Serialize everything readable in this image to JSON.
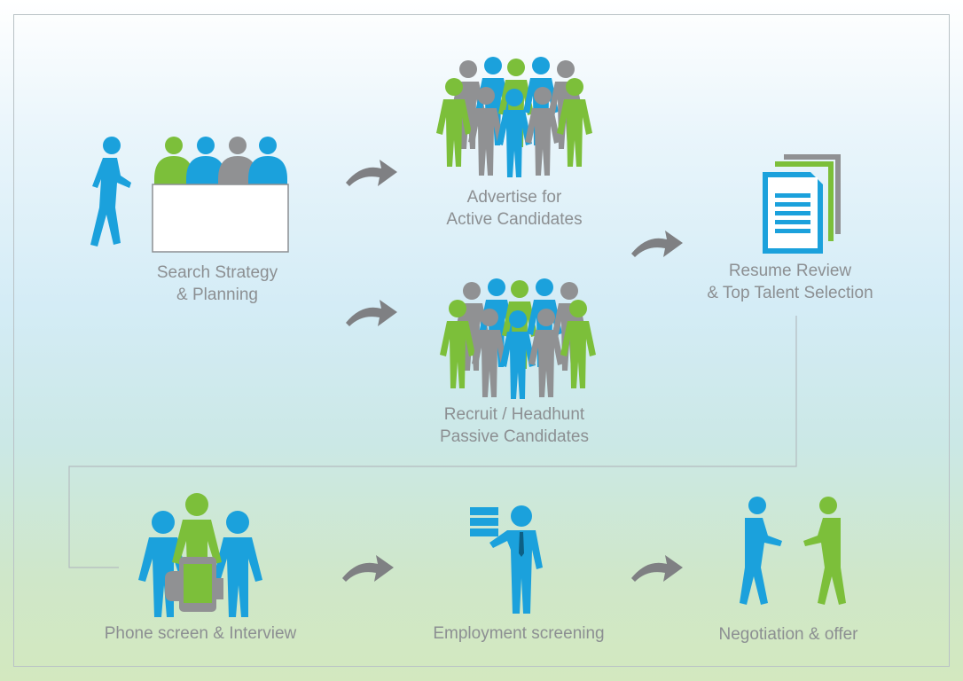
{
  "colors": {
    "blue": "#1ba1dc",
    "green": "#7cbf3a",
    "gray": "#909193",
    "arrow": "#7f8083",
    "text": "#8c8f92"
  },
  "steps": {
    "search": {
      "line1": "Search Strategy",
      "line2": "& Planning",
      "icon": "team-meeting-icon"
    },
    "advertise": {
      "line1": "Advertise for",
      "line2": "Active Candidates",
      "icon": "crowd-icon"
    },
    "recruit": {
      "line1": "Recruit / Headhunt",
      "line2": "Passive Candidates",
      "icon": "crowd-icon"
    },
    "resume": {
      "line1": "Resume Review",
      "line2": "& Top Talent Selection",
      "icon": "documents-icon"
    },
    "phone": {
      "line1": "Phone screen & Interview",
      "icon": "group-with-phone-icon"
    },
    "employment": {
      "line1": "Employment screening",
      "icon": "businessman-with-file-icon"
    },
    "negotiation": {
      "line1": "Negotiation & offer",
      "icon": "handshake-icon"
    }
  }
}
